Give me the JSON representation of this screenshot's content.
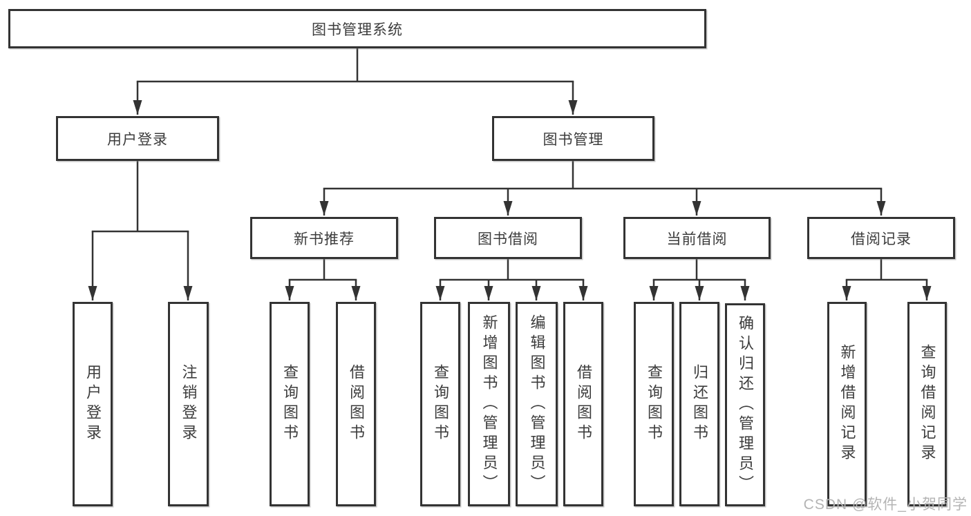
{
  "colors": {
    "line": "#333333",
    "node_border": "#333333",
    "node_text": "#3c3c3c",
    "background": "#ffffff",
    "watermark_text": "#b4b4b4"
  },
  "watermark": "CSDN @软件_小贺同学",
  "tree": {
    "label": "图书管理系统",
    "children": [
      {
        "label": "用户登录",
        "children": [
          {
            "label": "用户登录"
          },
          {
            "label": "注销登录"
          }
        ]
      },
      {
        "label": "图书管理",
        "children": [
          {
            "label": "新书推荐",
            "children": [
              {
                "label": "查询图书"
              },
              {
                "label": "借阅图书"
              }
            ]
          },
          {
            "label": "图书借阅",
            "children": [
              {
                "label": "查询图书"
              },
              {
                "label": "新增图书（管理员）"
              },
              {
                "label": "编辑图书（管理员）"
              },
              {
                "label": "借阅图书"
              }
            ]
          },
          {
            "label": "当前借阅",
            "children": [
              {
                "label": "查询图书"
              },
              {
                "label": "归还图书"
              },
              {
                "label": "确认归还（管理员）"
              }
            ]
          },
          {
            "label": "借阅记录",
            "children": [
              {
                "label": "新增借阅记录"
              },
              {
                "label": "查询借阅记录"
              }
            ]
          }
        ]
      }
    ]
  }
}
